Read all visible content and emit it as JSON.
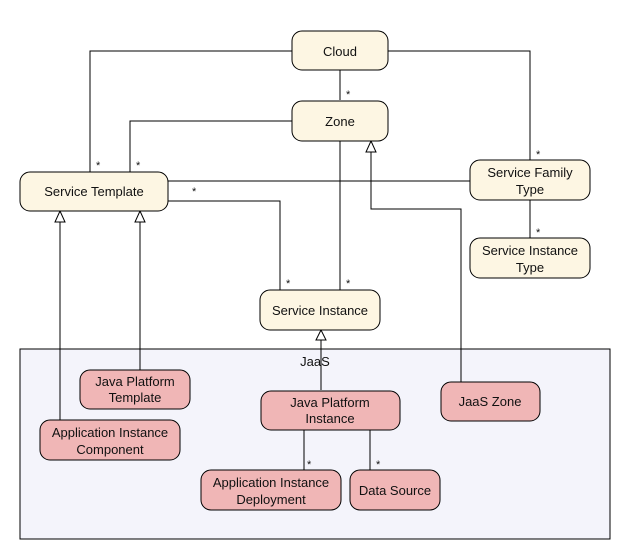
{
  "colors": {
    "core_fill": "#fdf6e3",
    "jaas_fill": "#f0b6b6",
    "package_fill": "#f4f4fb",
    "stroke": "#000000"
  },
  "package": {
    "label": "JaaS"
  },
  "nodes": {
    "cloud": {
      "lines": [
        "Cloud"
      ]
    },
    "zone": {
      "lines": [
        "Zone"
      ]
    },
    "service_template": {
      "lines": [
        "Service Template"
      ]
    },
    "service_family_type": {
      "lines": [
        "Service Family",
        "Type"
      ]
    },
    "service_instance_type": {
      "lines": [
        "Service Instance",
        "Type"
      ]
    },
    "service_instance": {
      "lines": [
        "Service Instance"
      ]
    },
    "java_platform_template": {
      "lines": [
        "Java Platform",
        "Template"
      ]
    },
    "java_platform_instance": {
      "lines": [
        "Java Platform",
        "Instance"
      ]
    },
    "jaas_zone": {
      "lines": [
        "JaaS Zone"
      ]
    },
    "application_instance_component": {
      "lines": [
        "Application Instance",
        "Component"
      ]
    },
    "application_instance_deployment": {
      "lines": [
        "Application Instance",
        "Deployment"
      ]
    },
    "data_source": {
      "lines": [
        "Data Source"
      ]
    }
  },
  "multiplicities": {
    "cloud_zone": "*",
    "cloud_template": "*",
    "zone_template": "*",
    "cloud_family": "*",
    "family_instance_type": "*",
    "template_instance_left": "*",
    "template_instance_right": "*",
    "zone_instance": "*",
    "jpi_deployment": "*",
    "jpi_datasource": "*"
  }
}
